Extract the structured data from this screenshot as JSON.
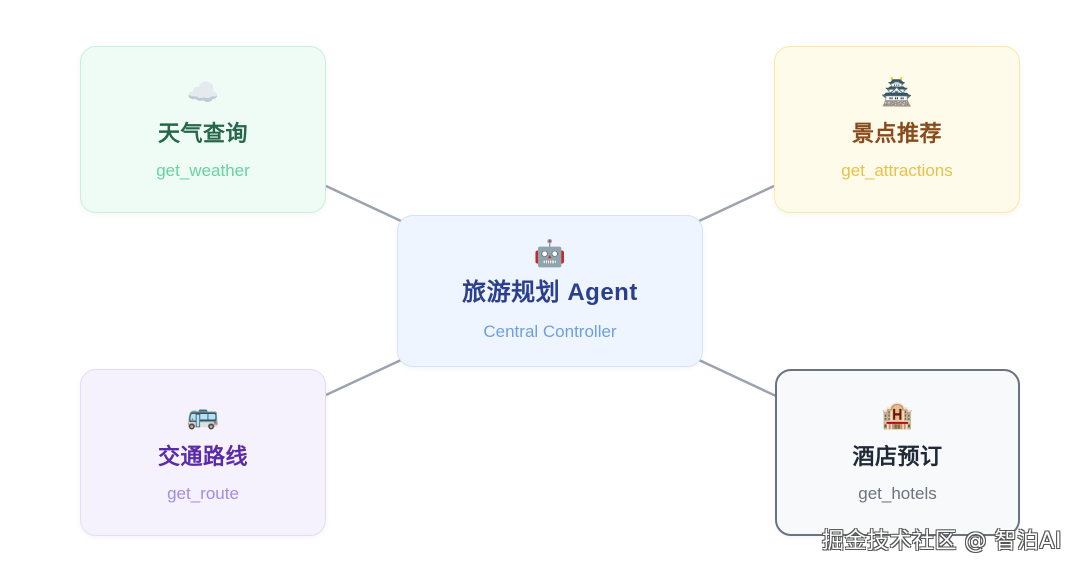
{
  "diagram": {
    "center": {
      "icon": "🤖",
      "icon_name": "robot-icon",
      "title": "旅游规划 Agent",
      "subtitle": "Central Controller",
      "colors": {
        "background": "#eff5fe",
        "border": "#d6e4f7",
        "title": "#2b3f8f",
        "subtitle": "#6f9fe0"
      }
    },
    "nodes": [
      {
        "id": "weather",
        "icon": "☁️",
        "icon_name": "cloud-icon",
        "title": "天气查询",
        "subtitle": "get_weather",
        "colors": {
          "background": "#effcf6",
          "border": "#c9f0dc",
          "title": "#276749",
          "subtitle": "#68d3a0"
        }
      },
      {
        "id": "attractions",
        "icon": "🏯",
        "icon_name": "castle-icon",
        "title": "景点推荐",
        "subtitle": "get_attractions",
        "colors": {
          "background": "#fffbea",
          "border": "#fbe8a6",
          "title": "#8a4b1c",
          "subtitle": "#e9c04c"
        }
      },
      {
        "id": "route",
        "icon": "🚌",
        "icon_name": "bus-icon",
        "title": "交通路线",
        "subtitle": "get_route",
        "colors": {
          "background": "#f5f2fe",
          "border": "#e3dcf8",
          "title": "#5b2aa8",
          "subtitle": "#a38de0"
        }
      },
      {
        "id": "hotels",
        "icon": "🏨",
        "icon_name": "hotel-icon",
        "title": "酒店预订",
        "subtitle": "get_hotels",
        "colors": {
          "background": "#f7f9fb",
          "border": "#6b7280",
          "title": "#1f2937",
          "subtitle": "#6b7280"
        }
      }
    ],
    "connector_color": "#9ca3af"
  },
  "watermark": "掘金技术社区 @ 智泊AI"
}
